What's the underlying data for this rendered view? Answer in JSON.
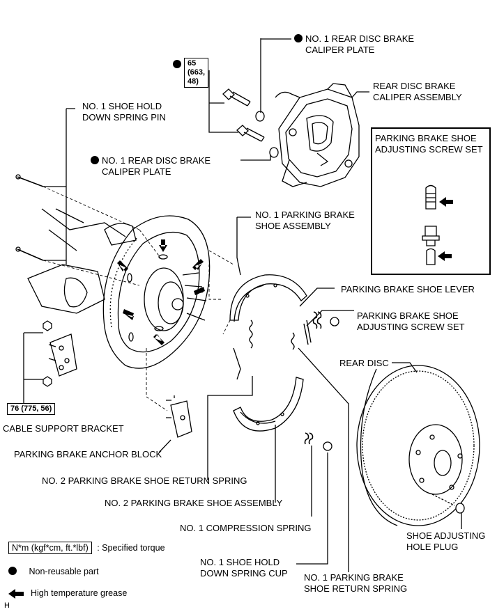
{
  "labels": {
    "caliper_plate_top": "NO. 1 REAR DISC BRAKE\nCALIPER PLATE",
    "caliper_assembly": "REAR DISC BRAKE\nCALIPER ASSEMBLY",
    "shoe_hold_pin": "NO. 1 SHOE HOLD\nDOWN SPRING PIN",
    "caliper_plate_mid": "NO. 1 REAR DISC BRAKE\nCALIPER PLATE",
    "inset_title": "PARKING BRAKE SHOE\nADJUSTING SCREW SET",
    "parking_shoe_1": "NO. 1 PARKING BRAKE\nSHOE ASSEMBLY",
    "shoe_lever": "PARKING BRAKE SHOE LEVER",
    "adjusting_screw": "PARKING BRAKE SHOE\nADJUSTING SCREW SET",
    "rear_disc": "REAR DISC",
    "cable_bracket": "CABLE SUPPORT BRACKET",
    "anchor_block": "PARKING BRAKE ANCHOR BLOCK",
    "return_spring_2": "NO. 2 PARKING BRAKE SHOE RETURN SPRING",
    "shoe_assembly_2": "NO. 2 PARKING BRAKE SHOE ASSEMBLY",
    "compression_spring": "NO. 1 COMPRESSION SPRING",
    "hold_cup": "NO. 1 SHOE HOLD\nDOWN SPRING CUP",
    "return_spring_1": "NO. 1 PARKING BRAKE\nSHOE RETURN SPRING",
    "hole_plug": "SHOE ADJUSTING\nHOLE PLUG"
  },
  "torques": {
    "caliper_bolt": "65 (663, 48)",
    "bracket_bolt": "76 (775, 56)"
  },
  "legend": {
    "torque_box": "N*m (kgf*cm, ft.*lbf)",
    "torque_text": ": Specified torque",
    "non_reusable": "Non-reusable part",
    "grease": "High temperature grease"
  },
  "corner_mark": "H"
}
